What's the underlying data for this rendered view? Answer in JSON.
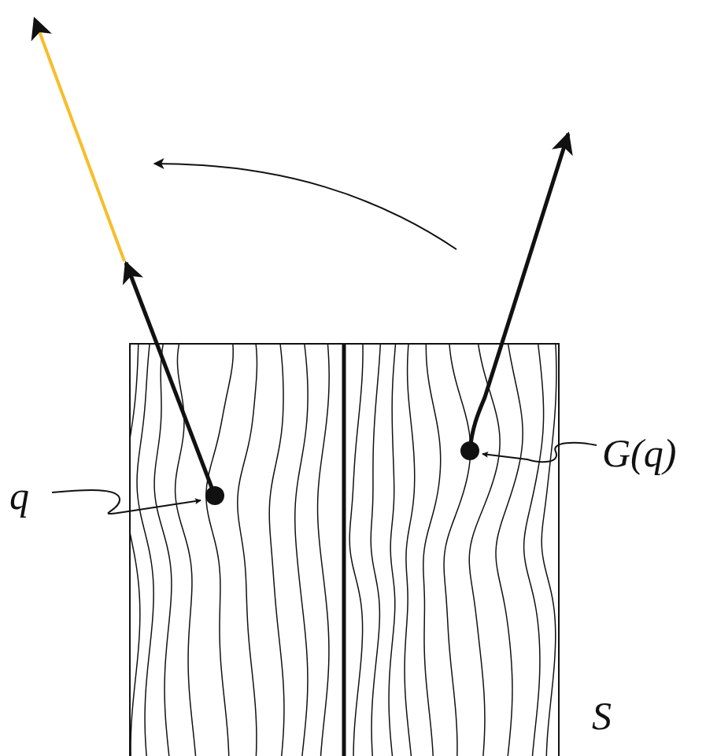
{
  "diagram": {
    "labels": [
      "q",
      "G(q)",
      "S"
    ]
  }
}
